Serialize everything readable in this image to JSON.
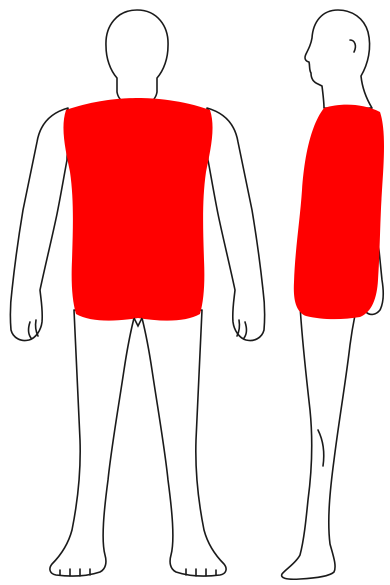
{
  "diagram": {
    "views": [
      {
        "id": "front",
        "region": "torso"
      },
      {
        "id": "side",
        "region": "torso"
      }
    ],
    "colors": {
      "outline": "#1a1a1a",
      "highlight": "#ff0000",
      "skin": "#ffffff",
      "background": "#ffffff"
    }
  }
}
